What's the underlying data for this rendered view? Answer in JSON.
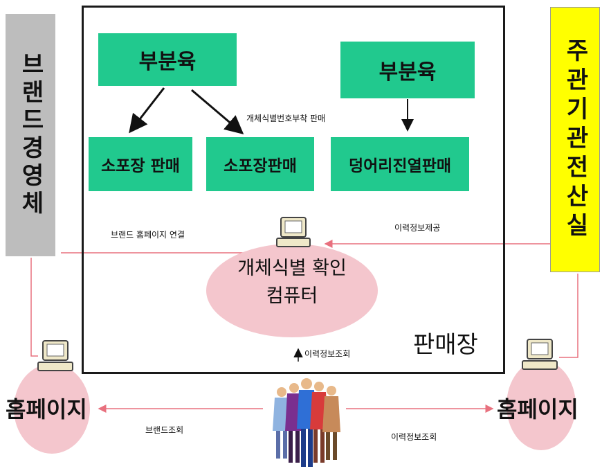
{
  "left_entity": {
    "text": "브랜드경영체",
    "color": "#bdbdbd"
  },
  "right_entity": {
    "text": "주관기관전산실",
    "color": "#ffff00"
  },
  "store": {
    "label": "판매장",
    "primal_cut_left": "부분육",
    "primal_cut_right": "부분육",
    "small_pack_1": "소포장 판매",
    "small_pack_2": "소포장판매",
    "lump_sale": "덩어리진열판매",
    "no_id_label": "개체식별번호부착 판매",
    "accent_color": "#21c98e"
  },
  "center_pc": {
    "line1": "개체식별 확인",
    "line2": "컴퓨터"
  },
  "labels": {
    "brand_link": "브랜드 홈페이지 연결",
    "history_provide": "이력정보제공",
    "history_lookup_center": "이력정보조회",
    "brand_lookup": "브랜드조회",
    "history_lookup_right": "이력정보조회"
  },
  "homepage_left": "홈페이지",
  "homepage_right": "홈페이지",
  "line_color": "#e8707e"
}
